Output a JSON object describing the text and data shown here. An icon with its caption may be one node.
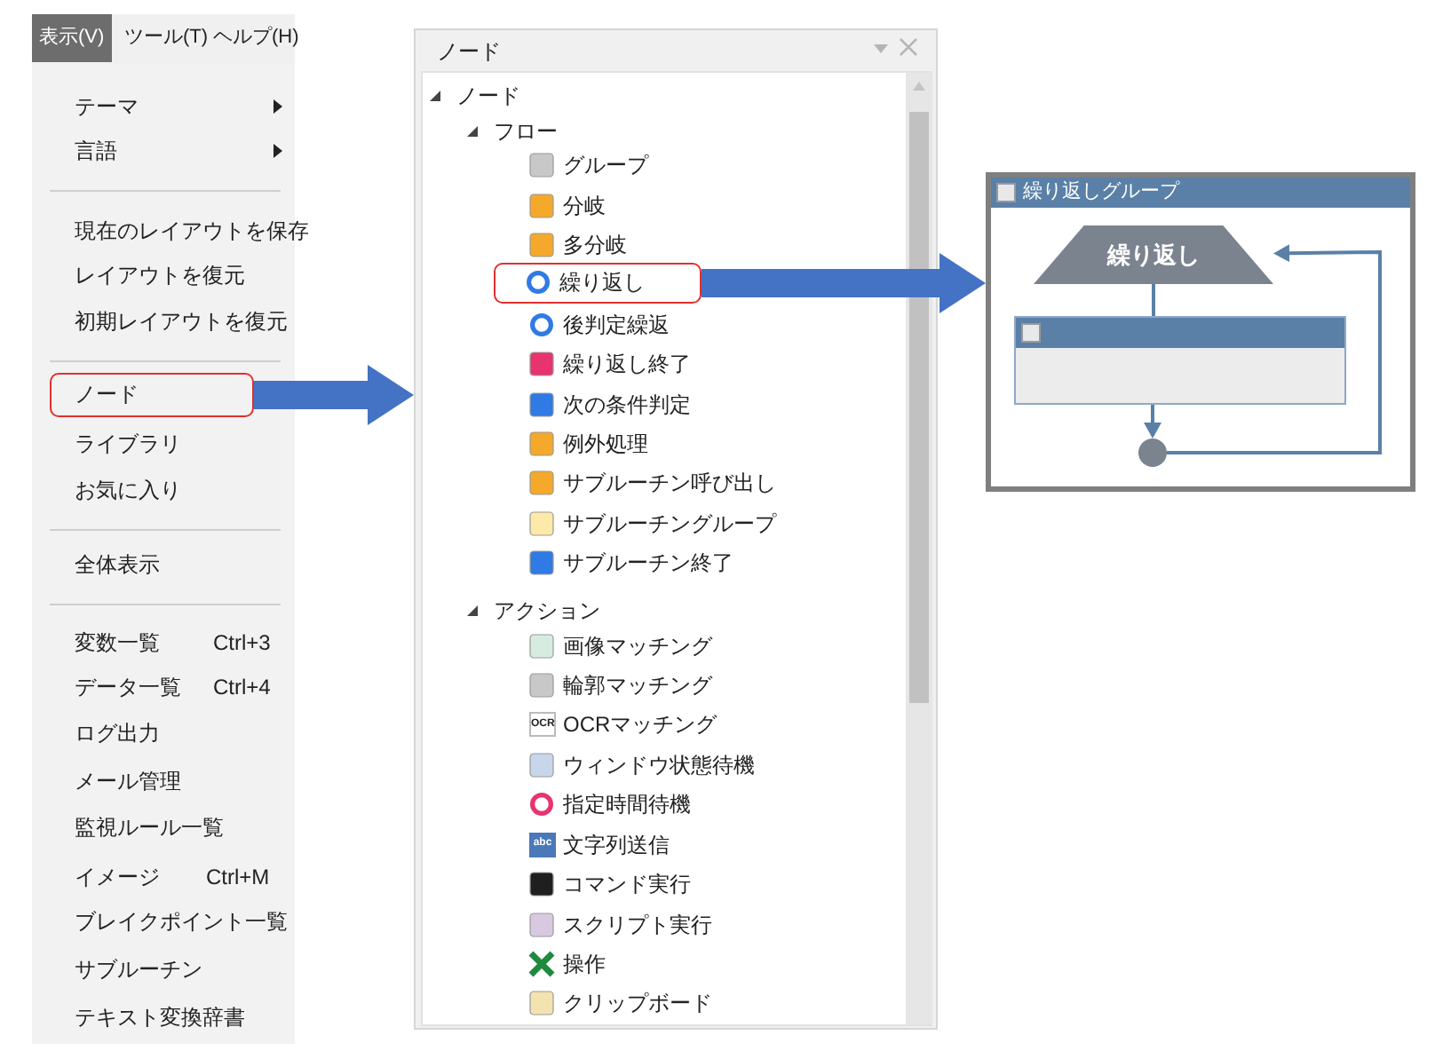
{
  "diagram": {
    "nodes": [
      {
        "text": [
          "ノード"
        ]
      },
      {
        "text": [
          "ノード"
        ]
      },
      {
        "text": [
          "繰り返し"
        ],
        "in": 1
      },
      {
        "text": [
          "繰り返しグループ"
        ]
      },
      {
        "text": [
          "繰り返し"
        ],
        "in": 3
      },
      {
        "text": [],
        "shape": "box",
        "in": 3
      },
      {
        "text": [],
        "shape": "circle",
        "in": 3
      }
    ],
    "edges": [
      {
        "from": 0,
        "to": 1,
        "arrow": "to",
        "style": "thick",
        "color": "#4472c4"
      },
      {
        "from": 2,
        "to": 3,
        "arrow": "to",
        "style": "thick",
        "color": "#4472c4"
      },
      {
        "from": 4,
        "to": 5,
        "arrow": "none"
      },
      {
        "from": 5,
        "to": 6,
        "arrow": "to"
      },
      {
        "from": 6,
        "to": 4,
        "arrow": "to"
      }
    ],
    "labels": [
      "表示(V)",
      "ツール(T)",
      "ヘルプ(H)",
      "テーマ",
      "言語",
      "現在のレイアウトを保存",
      "レイアウトを復元",
      "初期レイアウトを復元",
      "ライブラリ",
      "お気に入り",
      "全体表示",
      "変数一覧",
      "Ctrl+3",
      "データ一覧",
      "Ctrl+4",
      "ログ出力",
      "メール管理",
      "監視ルール一覧",
      "イメージ",
      "Ctrl+M",
      "ブレイクポイント一覧",
      "サブルーチン",
      "テキスト変換辞書",
      "ノード",
      "フロー",
      "グループ",
      "分岐",
      "多分岐",
      "後判定繰返",
      "繰り返し終了",
      "次の条件判定",
      "例外処理",
      "サブルーチン呼び出し",
      "サブルーチングループ",
      "サブルーチン終了",
      "アクション",
      "画像マッチング",
      "輪郭マッチング",
      "OCR",
      "OCRマッチング",
      "ウィンドウ状態待機",
      "指定時間待機",
      "abc",
      "文字列送信",
      "コマンド実行",
      "スクリプト実行",
      "操作",
      "クリップボード"
    ]
  }
}
